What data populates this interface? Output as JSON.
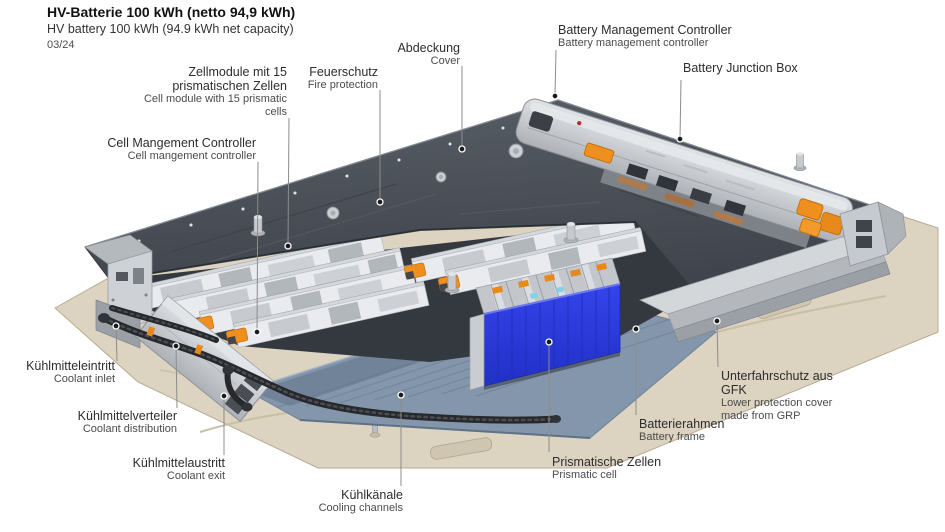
{
  "header": {
    "title_de": "HV-Batterie 100 kWh (netto 94,9 kWh)",
    "title_en": "HV battery 100 kWh (94.9 kWh net capacity)",
    "date": "03/24"
  },
  "labels": {
    "bmc": {
      "de": "Battery Management Controller",
      "en": "Battery management controller"
    },
    "bjb": {
      "de": "Battery Junction Box"
    },
    "cover": {
      "de": "Abdeckung",
      "en": "Cover"
    },
    "fire": {
      "de": "Feuerschutz",
      "en": "Fire protection"
    },
    "cellmodule": {
      "de": "Zellmodule mit 15 prismatischen Zellen",
      "en": "Cell module with 15 prismatic cells"
    },
    "cmc": {
      "de": "Cell Mangement Controller",
      "en": "Cell mangement controller"
    },
    "inlet": {
      "de": "Kühlmitteleintritt",
      "en": "Coolant inlet"
    },
    "distribution": {
      "de": "Kühlmittelverteiler",
      "en": "Coolant distribution"
    },
    "exit": {
      "de": "Kühlmittelaustritt",
      "en": "Coolant exit"
    },
    "channels": {
      "de": "Kühlkänale",
      "en": "Cooling channels"
    },
    "prismatic": {
      "de": "Prismatische Zellen",
      "en": "Prismatic cell"
    },
    "frame": {
      "de": "Batterierahmen",
      "en": "Battery frame"
    },
    "underride": {
      "de": "Unterfahrschutz aus GFK",
      "en": "Lower protection cover made from GRP"
    }
  },
  "colors": {
    "hv_orange": "#EF8F1F",
    "cell_blue": "#2939D8",
    "grp_beige": "#DCD3C0",
    "cover_gray": "#4A4F57",
    "cooling_plate": "#8496AB",
    "aluminum": "#C9CDD1"
  }
}
